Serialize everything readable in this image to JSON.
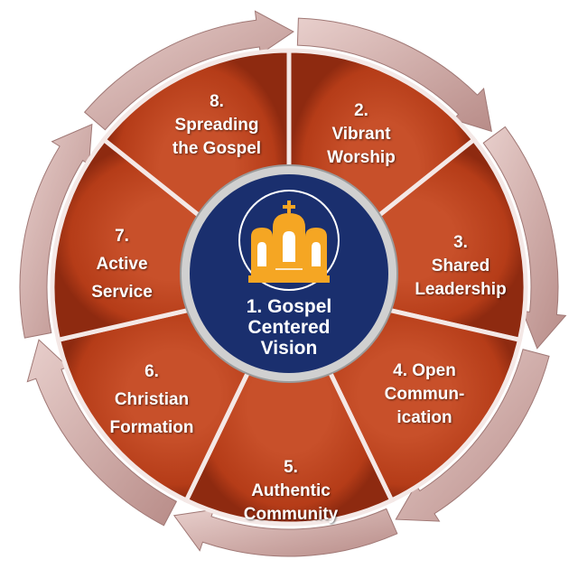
{
  "center": {
    "lines": [
      "1. Gospel",
      "Centered",
      "Vision"
    ],
    "icon": "church-icon"
  },
  "segments": [
    {
      "lines": [
        "2.",
        "Vibrant",
        "Worship"
      ]
    },
    {
      "lines": [
        "3.",
        "Shared",
        "Leadership"
      ]
    },
    {
      "lines": [
        "4. Open",
        "Commun-",
        "ication"
      ]
    },
    {
      "lines": [
        "5.",
        "Authentic",
        "Community"
      ]
    },
    {
      "lines": [
        "6.",
        "Christian",
        "Formation"
      ]
    },
    {
      "lines": [
        "7.",
        "Active",
        "Service"
      ]
    },
    {
      "lines": [
        "8.",
        "Spreading",
        "the Gospel"
      ]
    }
  ],
  "colors": {
    "segment": "#b8401c",
    "segment_dark": "#8e2a10",
    "arrow": "#d4b0ad",
    "center": "#1a2f6e",
    "ring": "#c8c8c8",
    "icon": "#f5a623"
  }
}
